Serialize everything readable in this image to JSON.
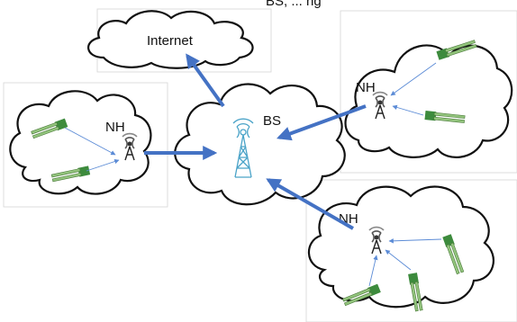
{
  "caption_fragment": "BS, ... ng",
  "nodes": {
    "internet": {
      "label": "Internet"
    },
    "base_station": {
      "label": "BS"
    },
    "hubs": [
      {
        "label": "NH"
      },
      {
        "label": "NH"
      },
      {
        "label": "NH"
      }
    ]
  },
  "colors": {
    "link_arrow": "#4472c4",
    "sensor_arrow": "#5b8bd6",
    "sensor_body": "#93c47d",
    "sensor_head": "#3d8b3d",
    "bs_tower": "#4aa3c8",
    "cloud_stroke": "#111111"
  },
  "icons": {
    "hub": "antenna-tower-icon",
    "base_station": "cell-tower-icon",
    "sensor": "soil-moisture-sensor-icon"
  }
}
